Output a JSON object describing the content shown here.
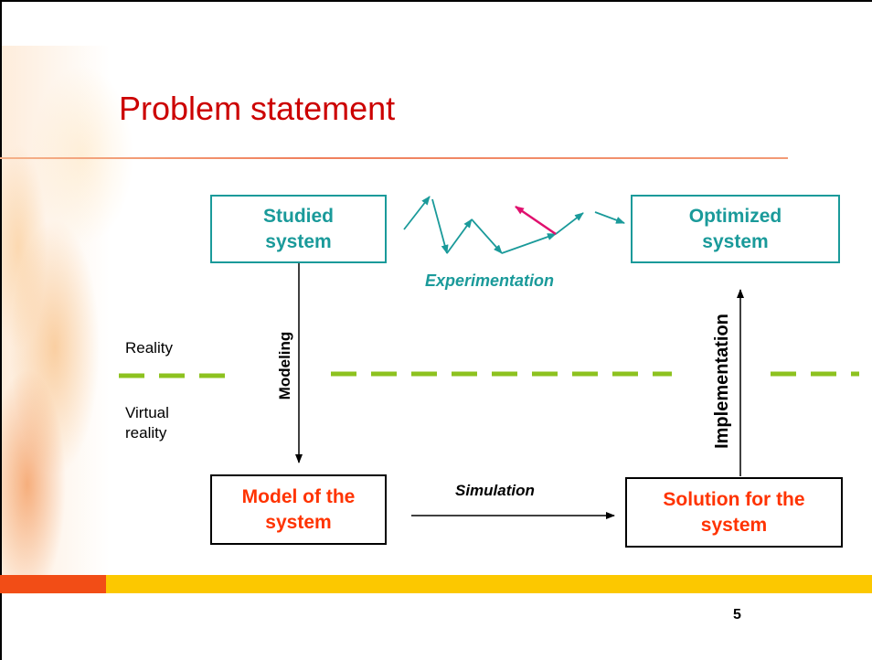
{
  "slide": {
    "title": "Problem statement",
    "page_number": "5"
  },
  "boxes": {
    "studied": "Studied\nsystem",
    "optimized": "Optimized\nsystem",
    "model": "Model of the\nsystem",
    "solution": "Solution for the\nsystem"
  },
  "labels": {
    "experimentation": "Experimentation",
    "modeling": "Modeling",
    "implementation": "Implementation",
    "simulation": "Simulation",
    "reality": "Reality",
    "virtual_reality": "Virtual\nreality"
  },
  "colors": {
    "title": "#cc0000",
    "teal": "#1a9a9a",
    "orange_text": "#ff3300",
    "highlight_arrow": "#e0106e",
    "dashed_line": "#8dc21f",
    "bar_red": "#f24d16",
    "bar_yellow": "#fcc800"
  }
}
